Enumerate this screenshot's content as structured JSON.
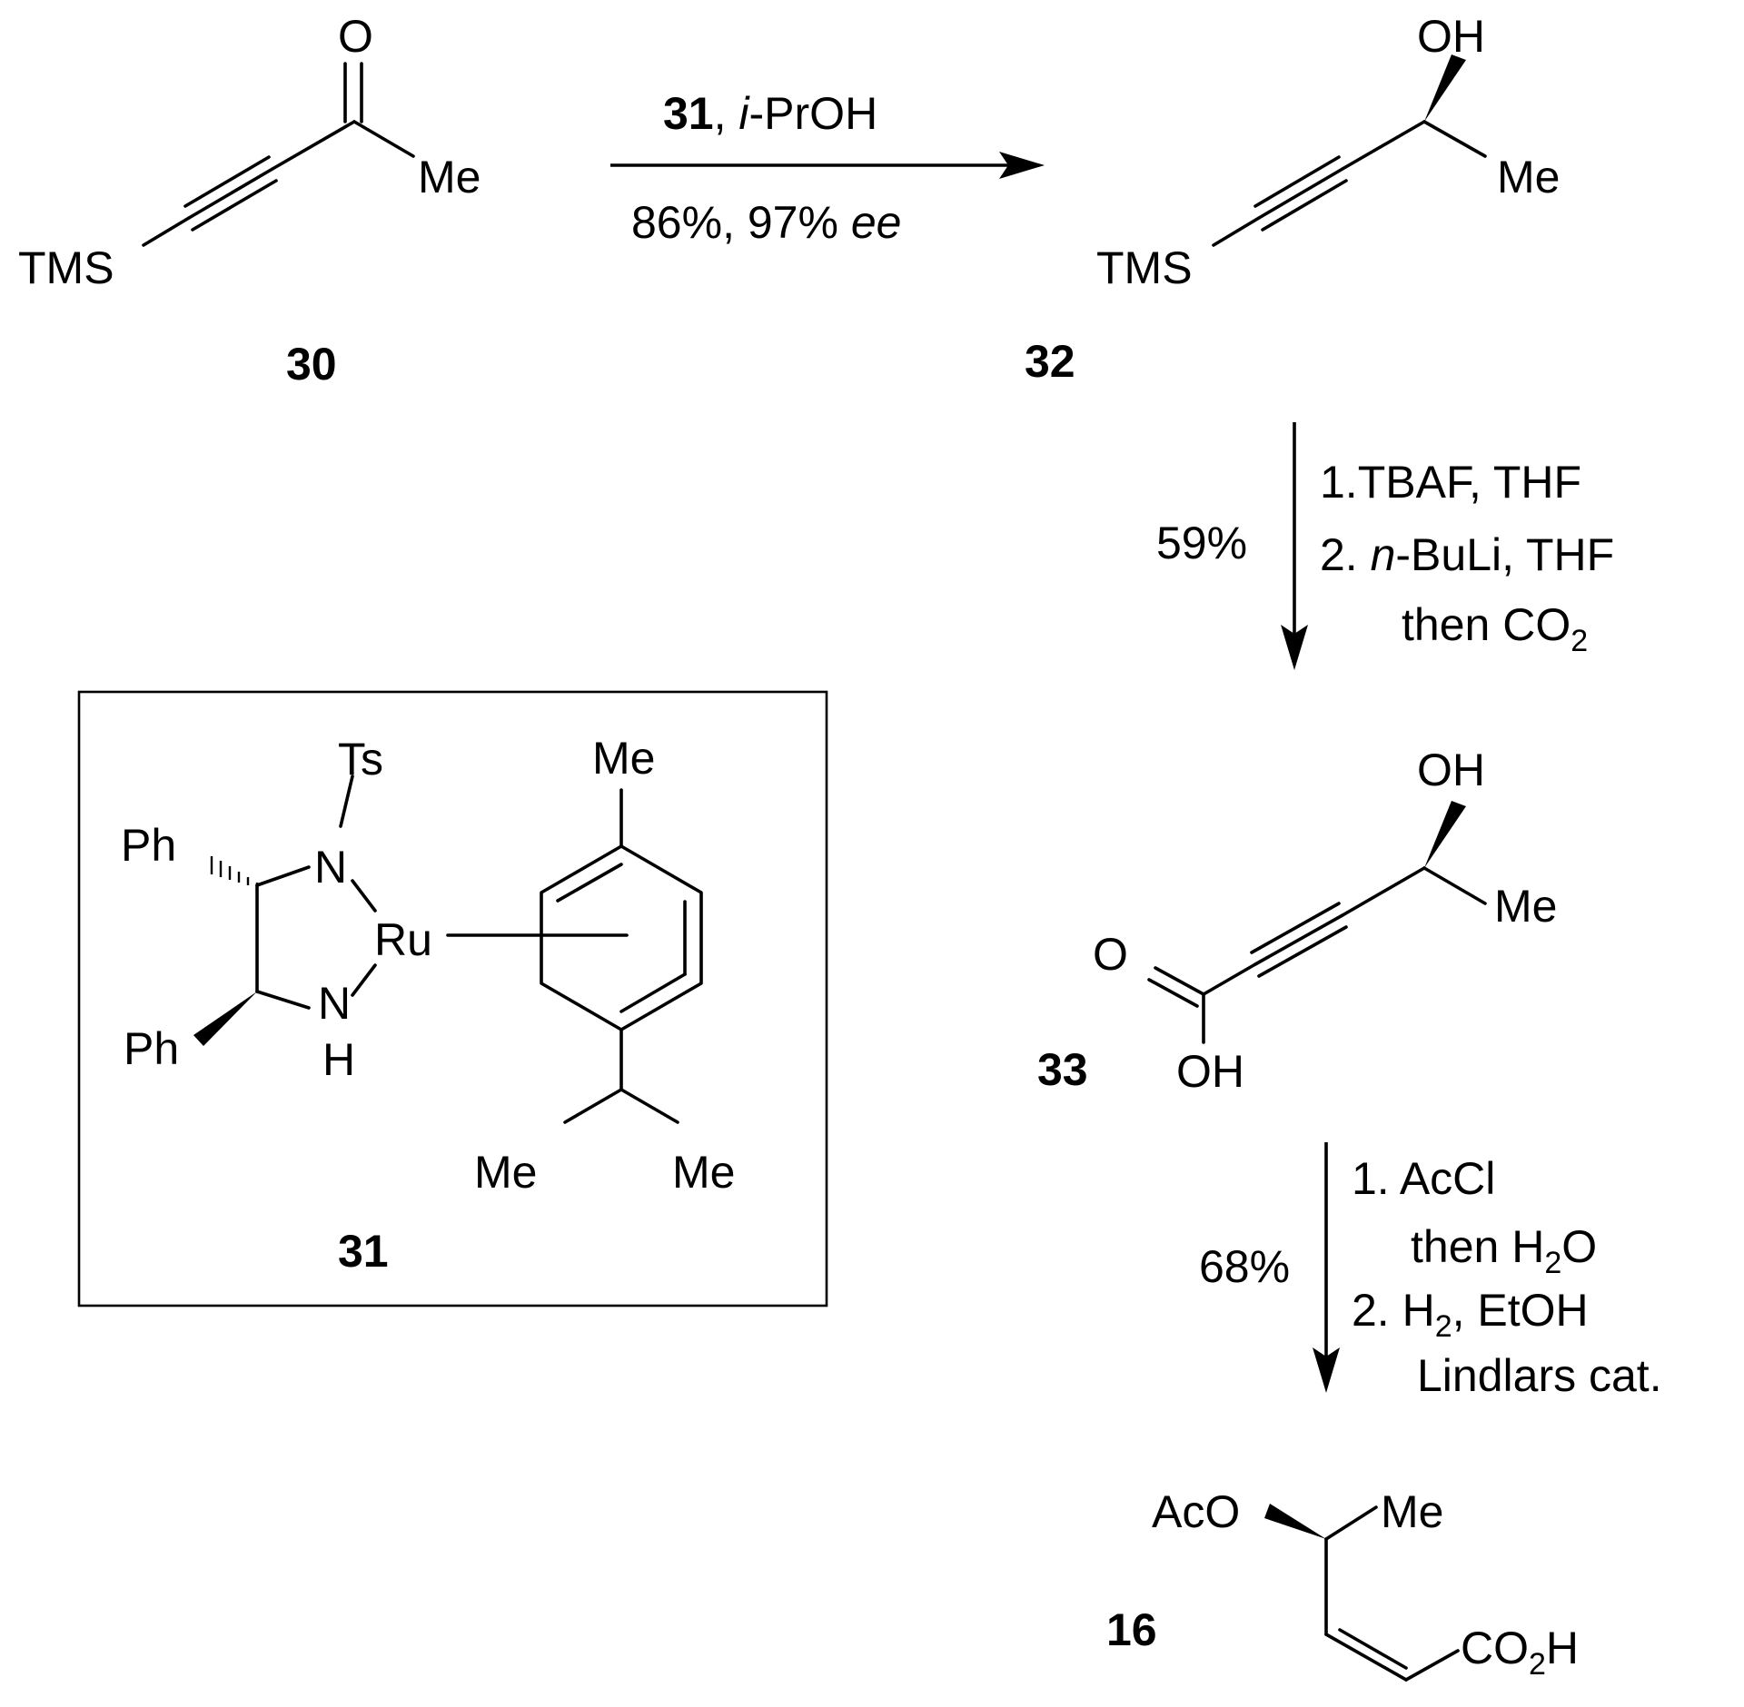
{
  "compounds": {
    "c30": {
      "id": "30",
      "labels": {
        "oxygen": "O",
        "methyl": "Me",
        "silyl": "TMS"
      }
    },
    "c32": {
      "id": "32",
      "labels": {
        "hydroxyl": "OH",
        "methyl": "Me",
        "silyl": "TMS"
      }
    },
    "c33": {
      "id": "33",
      "labels": {
        "hydroxyl": "OH",
        "methyl": "Me",
        "carbonyl_o": "O",
        "acid_oh": "OH"
      }
    },
    "c16": {
      "id": "16",
      "labels": {
        "acetoxy": "AcO",
        "methyl": "Me",
        "acid": "CO",
        "acid_sub": "2",
        "acid_h": "H"
      }
    },
    "c31": {
      "id": "31",
      "labels": {
        "ts": "Ts",
        "ph1": "Ph",
        "ph2": "Ph",
        "n1": "N",
        "n2": "N",
        "nh_h": "H",
        "ru": "Ru",
        "me_top": "Me",
        "me_left": "Me",
        "me_right": "Me"
      }
    }
  },
  "steps": {
    "step1": {
      "reagent_bold": "31",
      "reagent_sep": ", ",
      "reagent_italic": "i",
      "reagent_rest": "-PrOH",
      "yield_text": "86%, 97% ",
      "ee": "ee"
    },
    "step2": {
      "yield": "59%",
      "line1": "1.TBAF, THF",
      "line2_prefix": "2. ",
      "line2_italic": "n",
      "line2_rest": "-BuLi, THF",
      "line3": "then CO",
      "line3_sub": "2"
    },
    "step3": {
      "yield": "68%",
      "line1": "1. AcCl",
      "line2": "then H",
      "line2_sub": "2",
      "line2_tail": "O",
      "line3": "2. H",
      "line3_sub": "2",
      "line3_tail": ", EtOH",
      "line4": "Lindlars cat."
    }
  }
}
